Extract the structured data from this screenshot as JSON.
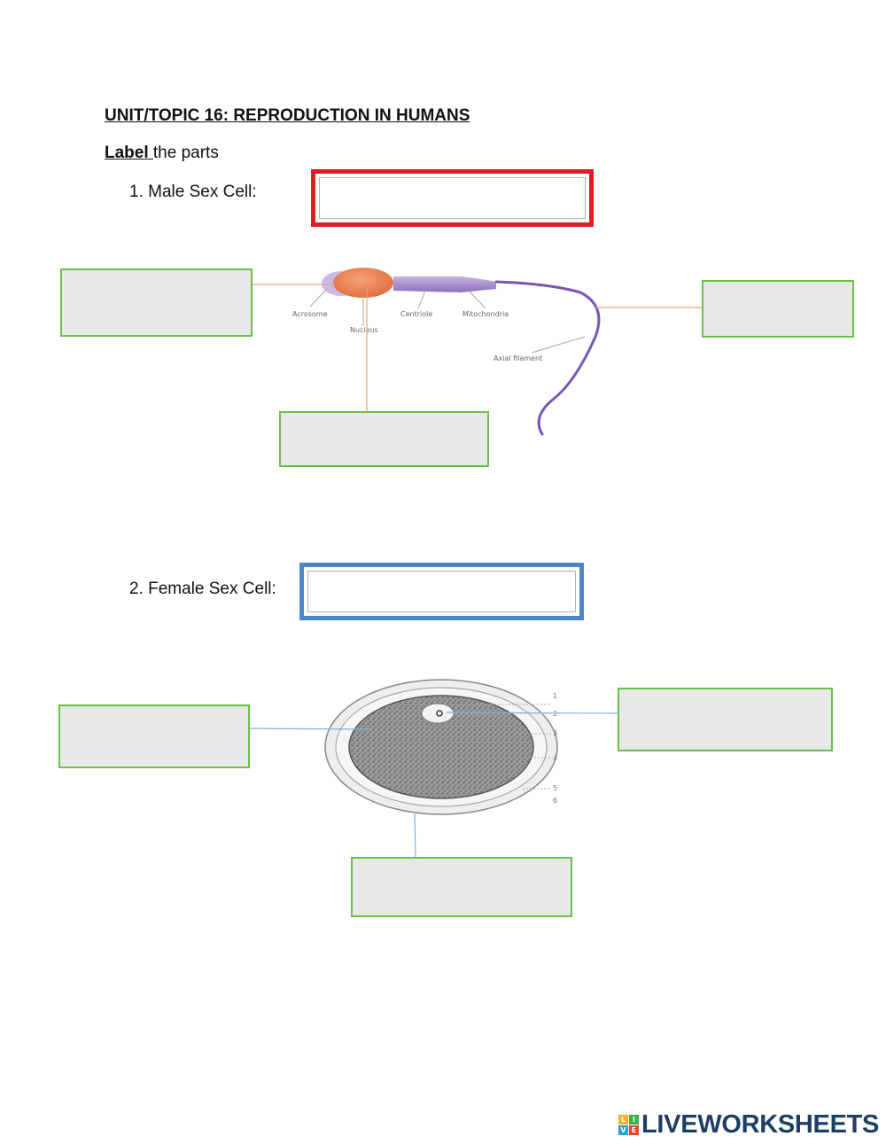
{
  "worksheet": {
    "title": "UNIT/TOPIC 16: REPRODUCTION IN HUMANS",
    "instruction_bold": "Label ",
    "instruction_rest": "the parts",
    "question1": "1.  Male Sex Cell:",
    "question2": "2.  Female Sex Cell:"
  },
  "sperm_diagram": {
    "labels": [
      "Acrosome",
      "Nucleus",
      "Centriole",
      "Mitochondria",
      "Axial filament"
    ]
  },
  "ovum_diagram": {
    "tick_labels": [
      "1",
      "2",
      "3",
      "4",
      "5",
      "6"
    ]
  },
  "footer": {
    "brand": "LIVEWORKSHEETS",
    "blocks": [
      "L",
      "I",
      "V",
      "E"
    ]
  },
  "colors": {
    "red_box": "#e01b24",
    "blue_box": "#4a86c8",
    "input_border": "#6cbf4a",
    "input_fill": "#e8e8e8",
    "brand": "#1d3f66"
  }
}
